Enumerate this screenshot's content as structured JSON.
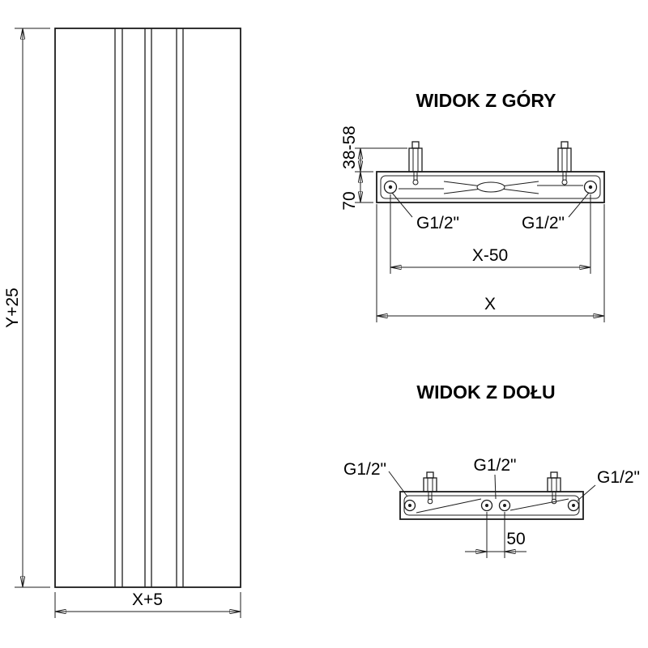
{
  "colors": {
    "line": "#1c1c1c",
    "background": "#ffffff"
  },
  "front_view": {
    "height_dim": "Y+25",
    "width_dim": "X+5"
  },
  "top_view": {
    "title": "WIDOK Z GÓRY",
    "wall_distance_dim": "38-58",
    "depth_dim": "70",
    "connection_spacing_dim": "X-50",
    "overall_width_dim": "X",
    "left_connection_label": "G1/2\"",
    "right_connection_label": "G1/2\""
  },
  "bottom_view": {
    "title": "WIDOK Z DOŁU",
    "left_connection_label": "G1/2\"",
    "center_connection_label": "G1/2\"",
    "right_connection_label": "G1/2\"",
    "center_spacing_dim": "50"
  }
}
